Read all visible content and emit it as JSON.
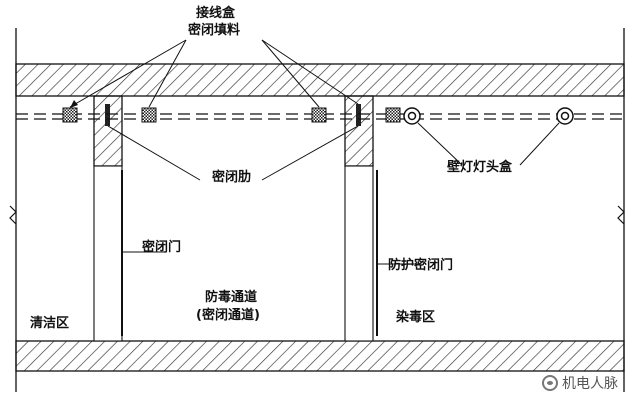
{
  "labels": {
    "junction_box": "接线盒",
    "sealing_filler": "密闭填料",
    "sealing_rib": "密闭肋",
    "wall_lamp_box": "壁灯灯头盒",
    "airtight_door": "密闭门",
    "protective_airtight_door": "防护密闭门",
    "clean_zone": "清洁区",
    "decon_passage": "防毒通道",
    "sealed_passage": "(密闭通道)",
    "contaminated_zone": "染毒区"
  },
  "watermark": "机电人脉",
  "colors": {
    "line": "#111111",
    "hatch": "#333333",
    "box_fill": "#ffffff"
  }
}
